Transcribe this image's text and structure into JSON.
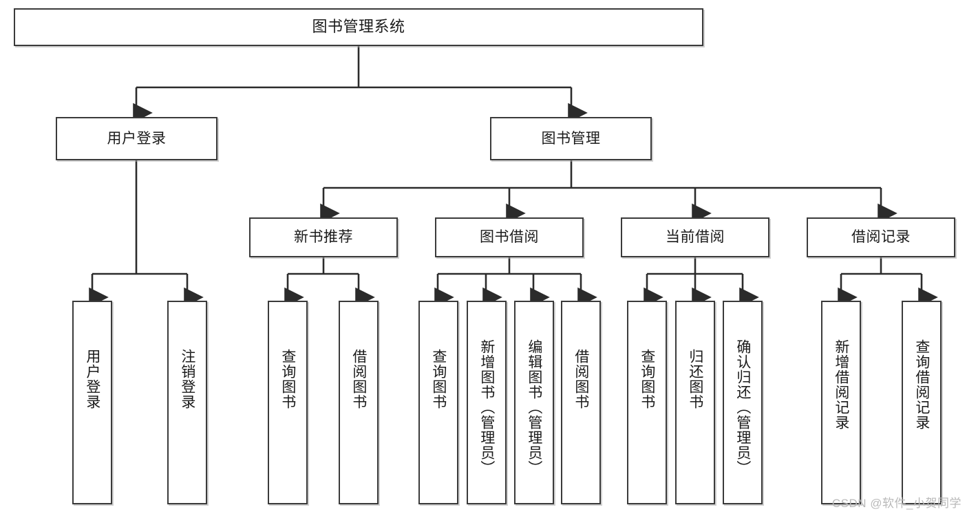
{
  "diagram": {
    "title": "图书管理系统",
    "root": {
      "label": "图书管理系统"
    },
    "level1": [
      {
        "label": "用户登录"
      },
      {
        "label": "图书管理"
      }
    ],
    "level2": [
      {
        "label": "新书推荐"
      },
      {
        "label": "图书借阅"
      },
      {
        "label": "当前借阅"
      },
      {
        "label": "借阅记录"
      }
    ],
    "leaves": [
      {
        "label": "用户登录",
        "parent": "用户登录"
      },
      {
        "label": "注销登录",
        "parent": "用户登录"
      },
      {
        "label": "查询图书",
        "parent": "新书推荐"
      },
      {
        "label": "借阅图书",
        "parent": "新书推荐"
      },
      {
        "label": "查询图书",
        "parent": "图书借阅"
      },
      {
        "label": "新增图书（管理员）",
        "parent": "图书借阅"
      },
      {
        "label": "编辑图书（管理员）",
        "parent": "图书借阅"
      },
      {
        "label": "借阅图书",
        "parent": "图书借阅"
      },
      {
        "label": "查询图书",
        "parent": "当前借阅"
      },
      {
        "label": "归还图书",
        "parent": "当前借阅"
      },
      {
        "label": "确认归还（管理员）",
        "parent": "当前借阅"
      },
      {
        "label": "新增借阅记录",
        "parent": "借阅记录"
      },
      {
        "label": "查询借阅记录",
        "parent": "借阅记录"
      }
    ]
  },
  "watermark": {
    "text": "CSDN @软件_小贺同学"
  },
  "colors": {
    "box_border": "#3a3a3a",
    "box_fill": "#ffffff",
    "line": "#2b2b2b",
    "text": "#1a1a1a",
    "watermark": "#b9b9b9"
  }
}
